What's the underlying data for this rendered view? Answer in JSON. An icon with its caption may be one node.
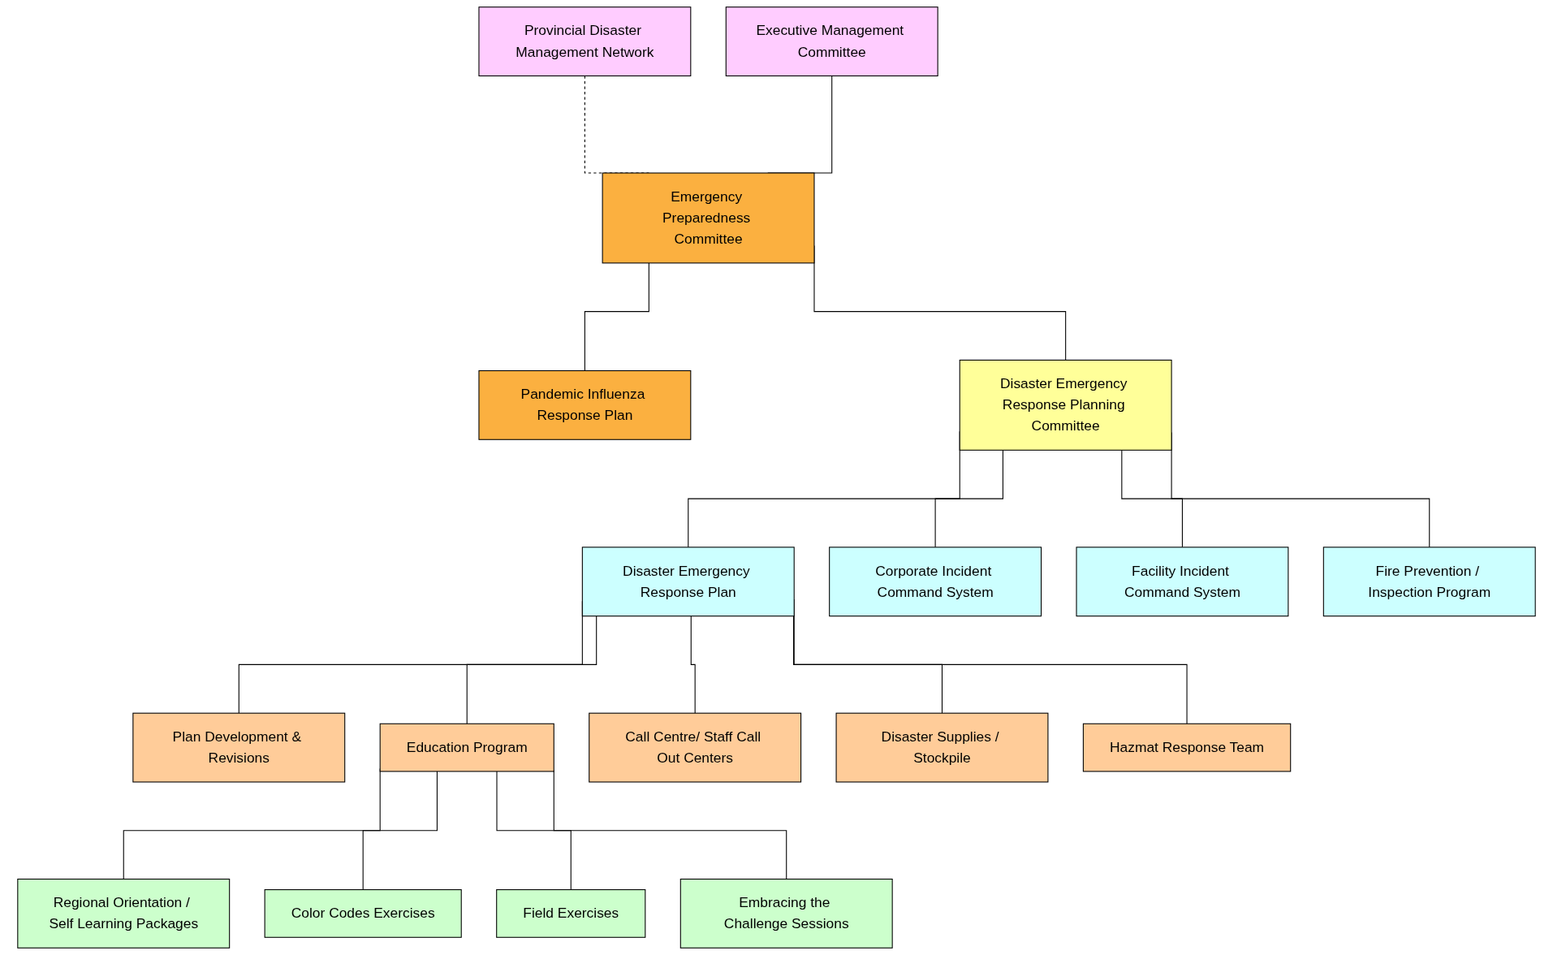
{
  "diagram": {
    "nodes": [
      {
        "text": [
          "Provincial Disaster Management Network"
        ]
      },
      {
        "text": [
          "Executive Management Committee"
        ]
      },
      {
        "text": [
          "Emergency Preparedness Committee"
        ]
      },
      {
        "text": [
          "Pandemic Influenza Response Plan"
        ]
      },
      {
        "text": [
          "Disaster Emergency Response Planning Committee"
        ]
      },
      {
        "text": [
          "Disaster Emergency Response Plan"
        ]
      },
      {
        "text": [
          "Corporate Incident Command System"
        ]
      },
      {
        "text": [
          "Facility Incident Command System"
        ]
      },
      {
        "text": [
          "Fire Prevention / Inspection Program"
        ]
      },
      {
        "text": [
          "Plan Development & Revisions"
        ]
      },
      {
        "text": [
          "Education Program"
        ]
      },
      {
        "text": [
          "Call Centre/ Staff Call Out Centers"
        ]
      },
      {
        "text": [
          "Disaster Supplies / Stockpile"
        ]
      },
      {
        "text": [
          "Hazmat Response Team"
        ]
      },
      {
        "text": [
          "Regional Orientation / Self Learning Packages"
        ]
      },
      {
        "text": [
          "Color Codes Exercises"
        ]
      },
      {
        "text": [
          "Field Exercises"
        ]
      },
      {
        "text": [
          "Embracing the Challenge Sessions"
        ]
      }
    ],
    "edges": [
      {
        "from": 0,
        "to": 2,
        "arrow": "none",
        "style": "dashed"
      },
      {
        "from": 1,
        "to": 2,
        "arrow": "none"
      },
      {
        "from": 2,
        "to": 4,
        "arrow": "none"
      },
      {
        "from": 2,
        "to": 3,
        "arrow": "none"
      },
      {
        "from": 4,
        "to": 5,
        "arrow": "none"
      },
      {
        "from": 4,
        "to": 6,
        "arrow": "none"
      },
      {
        "from": 4,
        "to": 7,
        "arrow": "none"
      },
      {
        "from": 4,
        "to": 8,
        "arrow": "none"
      },
      {
        "from": 5,
        "to": 9,
        "arrow": "none"
      },
      {
        "from": 5,
        "to": 10,
        "arrow": "none"
      },
      {
        "from": 5,
        "to": 11,
        "arrow": "none"
      },
      {
        "from": 5,
        "to": 12,
        "arrow": "none"
      },
      {
        "from": 5,
        "to": 13,
        "arrow": "none"
      },
      {
        "from": 10,
        "to": 14,
        "arrow": "none"
      },
      {
        "from": 10,
        "to": 15,
        "arrow": "none"
      },
      {
        "from": 10,
        "to": 16,
        "arrow": "none"
      },
      {
        "from": 10,
        "to": 17,
        "arrow": "none"
      }
    ]
  }
}
